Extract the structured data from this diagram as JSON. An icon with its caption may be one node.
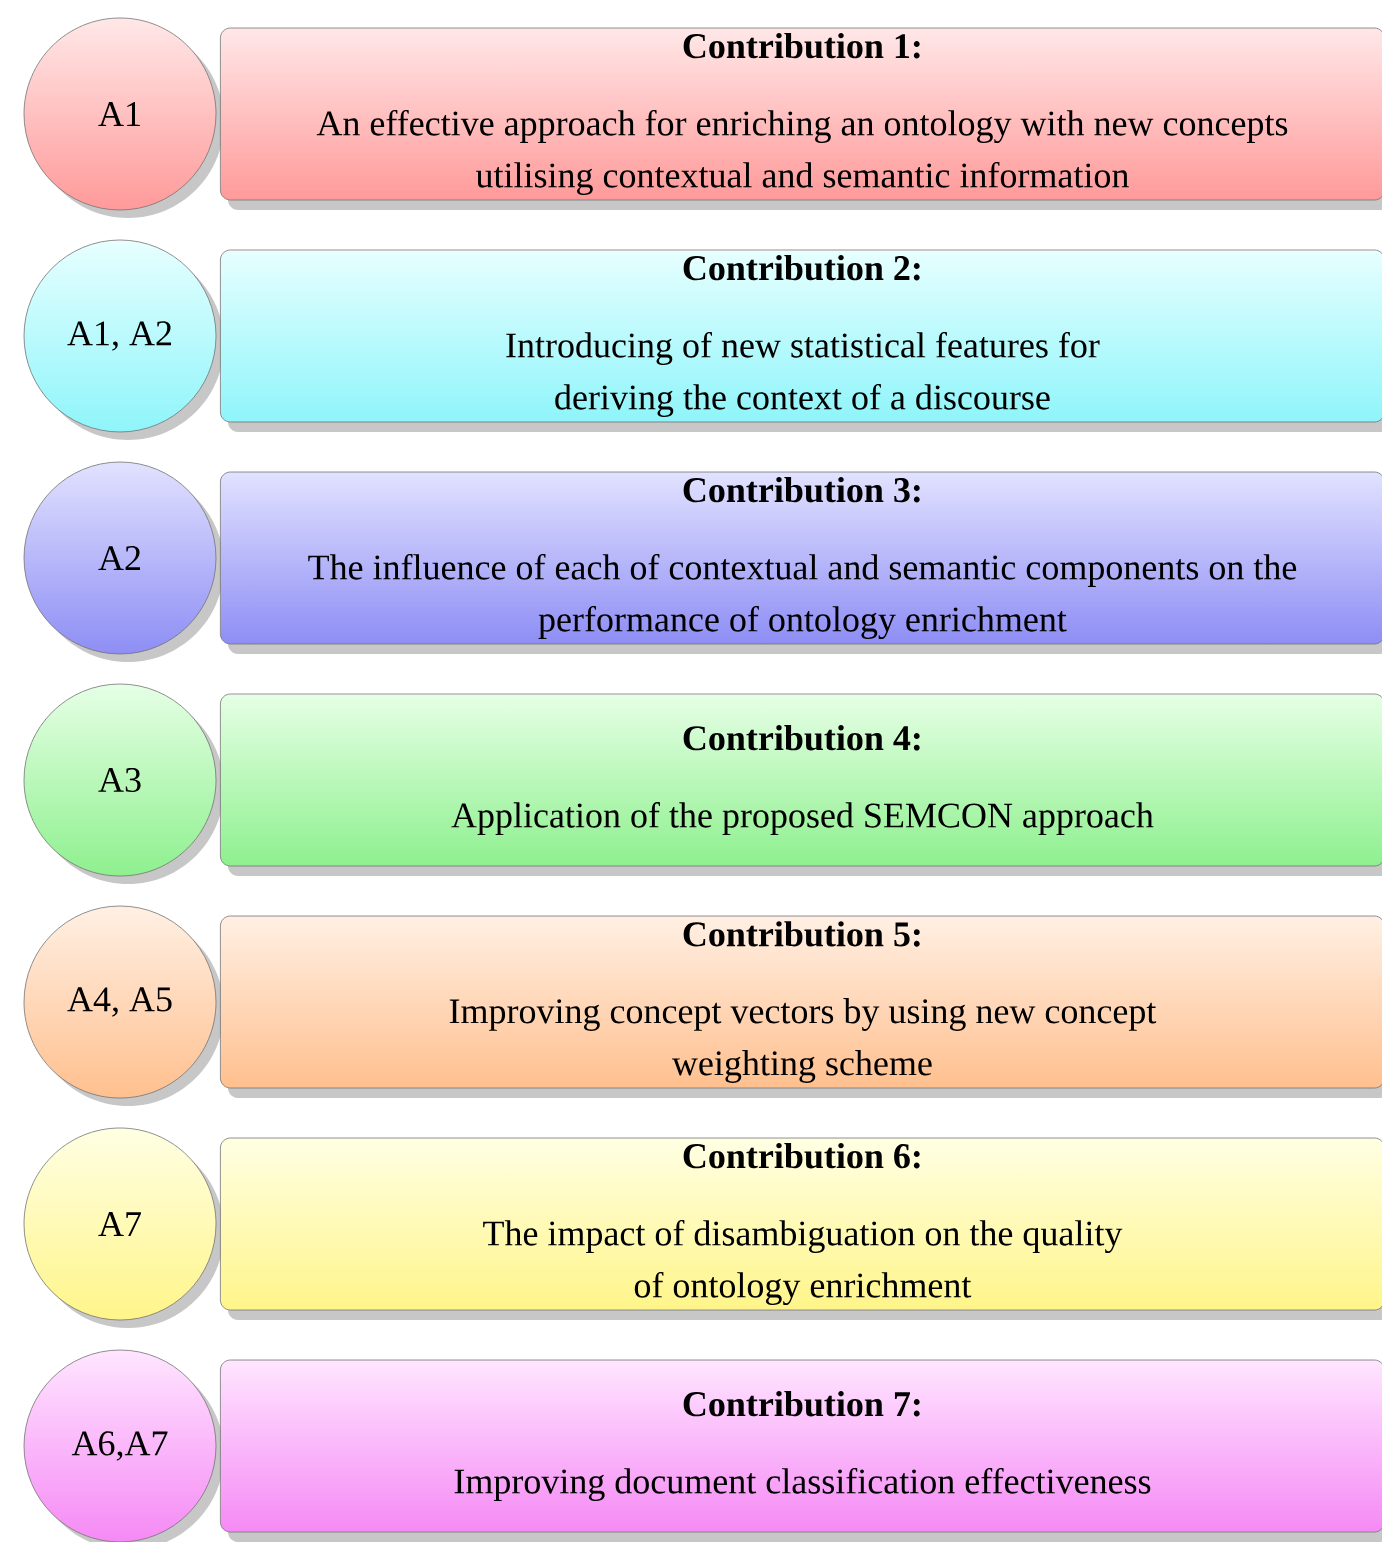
{
  "diagram": {
    "nodes": [
      {
        "text": [
          "A1"
        ]
      },
      {
        "text": [
          "Contribution 1:",
          "An effective approach for enriching an ontology with new concepts utilising contextual and semantic information"
        ]
      },
      {
        "text": [
          "A1, A2"
        ]
      },
      {
        "text": [
          "Contribution 2:",
          "Introducing of new statistical features for deriving the context of a discourse"
        ]
      },
      {
        "text": [
          "A2"
        ]
      },
      {
        "text": [
          "Contribution 3:",
          "The influence of each of contextual and semantic components on the performance of ontology enrichment"
        ]
      },
      {
        "text": [
          "A3"
        ]
      },
      {
        "text": [
          "Contribution 4:",
          "Application of the proposed SEMCON approach"
        ]
      },
      {
        "text": [
          "A4, A5"
        ]
      },
      {
        "text": [
          "Contribution 5:",
          "Improving concept vectors by using new concept weighting scheme"
        ]
      },
      {
        "text": [
          "A7"
        ]
      },
      {
        "text": [
          "Contribution 6:",
          "The impact of disambiguation on the quality of ontology enrichment"
        ]
      },
      {
        "text": [
          "A6,A7"
        ]
      },
      {
        "text": [
          "Contribution 7:",
          "Improving document classification effectiveness"
        ]
      }
    ]
  }
}
